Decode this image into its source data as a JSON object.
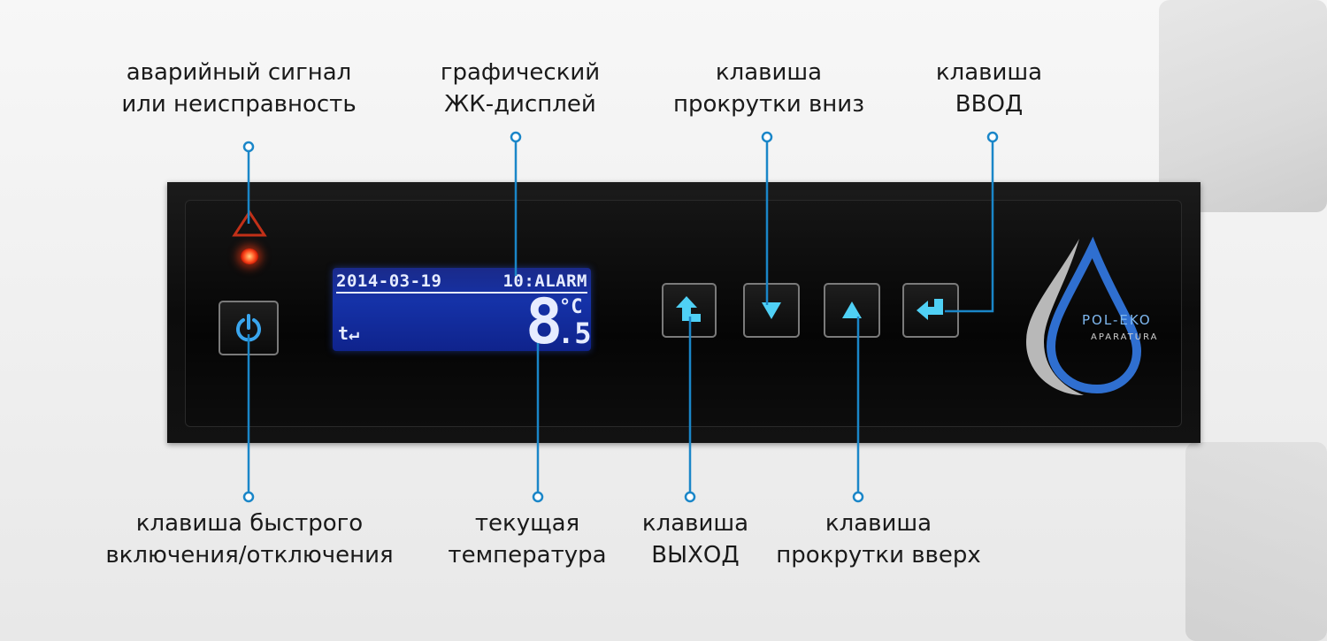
{
  "callouts": {
    "alarm": [
      "аварийный сигнал",
      "или неисправность"
    ],
    "display": [
      "графический",
      "ЖК-дисплей"
    ],
    "scroll_down": [
      "клавиша",
      "прокрутки вниз"
    ],
    "enter": [
      "клавиша",
      "ВВОД"
    ],
    "power": [
      "клавиша быстрого",
      "включения/отключения"
    ],
    "temperature": [
      "текущая",
      "температура"
    ],
    "exit": [
      "клавиша",
      "ВЫХОД"
    ],
    "scroll_up": [
      "клавиша",
      "прокрутки вверх"
    ]
  },
  "lcd": {
    "date": "2014-03-19",
    "status": "10:ALARM",
    "temp_whole": "8",
    "temp_unit": "°C",
    "temp_decimal": ".5",
    "mode_icon": "t↵"
  },
  "logo": {
    "name": "POL-EKO",
    "sub": "APARATURA"
  },
  "colors": {
    "accent": "#1a86c8",
    "led": "#ff3a1a",
    "key_glow": "#4fd0f5",
    "lcd_bg": "#1532a8"
  },
  "icons": [
    "alarm-triangle-icon",
    "power-icon",
    "exit-arrow-icon",
    "down-triangle-icon",
    "up-triangle-icon",
    "enter-arrow-icon",
    "water-drop-logo-icon"
  ]
}
